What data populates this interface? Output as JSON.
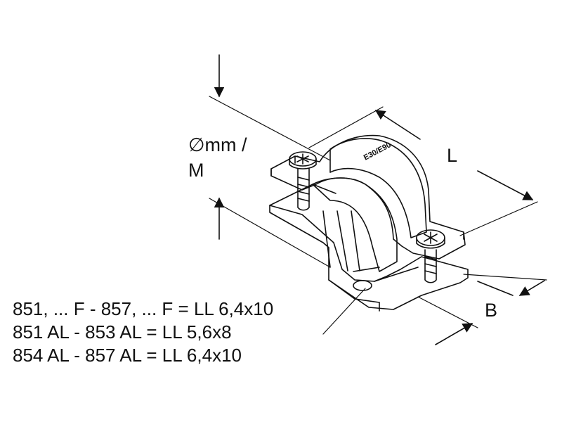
{
  "labels": {
    "diameter_line1": "∅mm /",
    "diameter_line2": "M",
    "length": "L",
    "width": "B",
    "stamp": "E30/E90"
  },
  "notes": [
    "851, ... F - 857, ... F = LL 6,4x10",
    "851 AL - 853 AL = LL 5,6x8",
    "854 AL - 857 AL = LL 6,4x10"
  ],
  "colors": {
    "line": "#111111",
    "background": "#ffffff"
  }
}
